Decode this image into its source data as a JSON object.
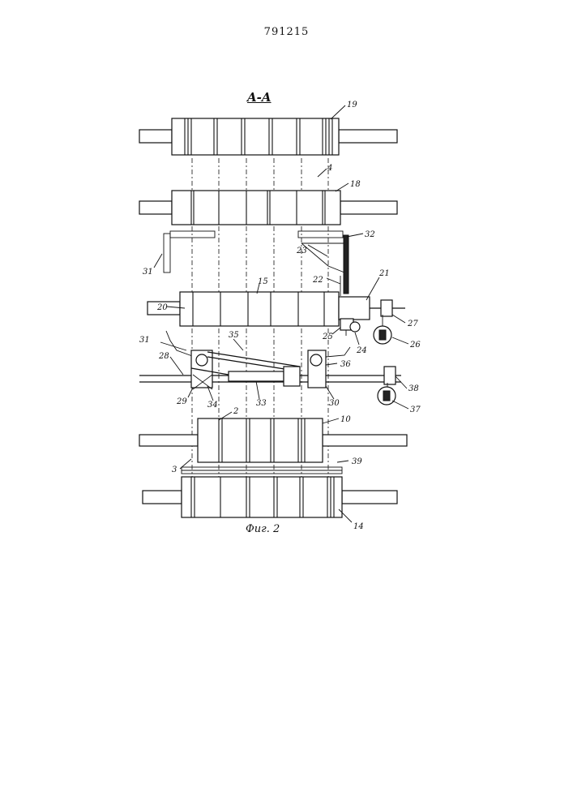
{
  "page_number": "791215",
  "section_label": "A-A",
  "figure_caption": "Фиг. 2",
  "labels": {
    "l19": "19",
    "l4": "4",
    "l18": "18",
    "l32": "32",
    "l31a": "31",
    "l23": "23",
    "l21": "21",
    "l22": "22",
    "l20": "20",
    "l15": "15",
    "l27": "27",
    "l25": "25",
    "l26": "26",
    "l24": "24",
    "l31b": "31",
    "l35": "35",
    "l28": "28",
    "l36": "36",
    "l38": "38",
    "l29": "29",
    "l34": "34",
    "l33": "33",
    "l30": "30",
    "l37": "37",
    "l2": "2",
    "l10": "10",
    "l3": "3",
    "l39": "39",
    "l14": "14"
  }
}
